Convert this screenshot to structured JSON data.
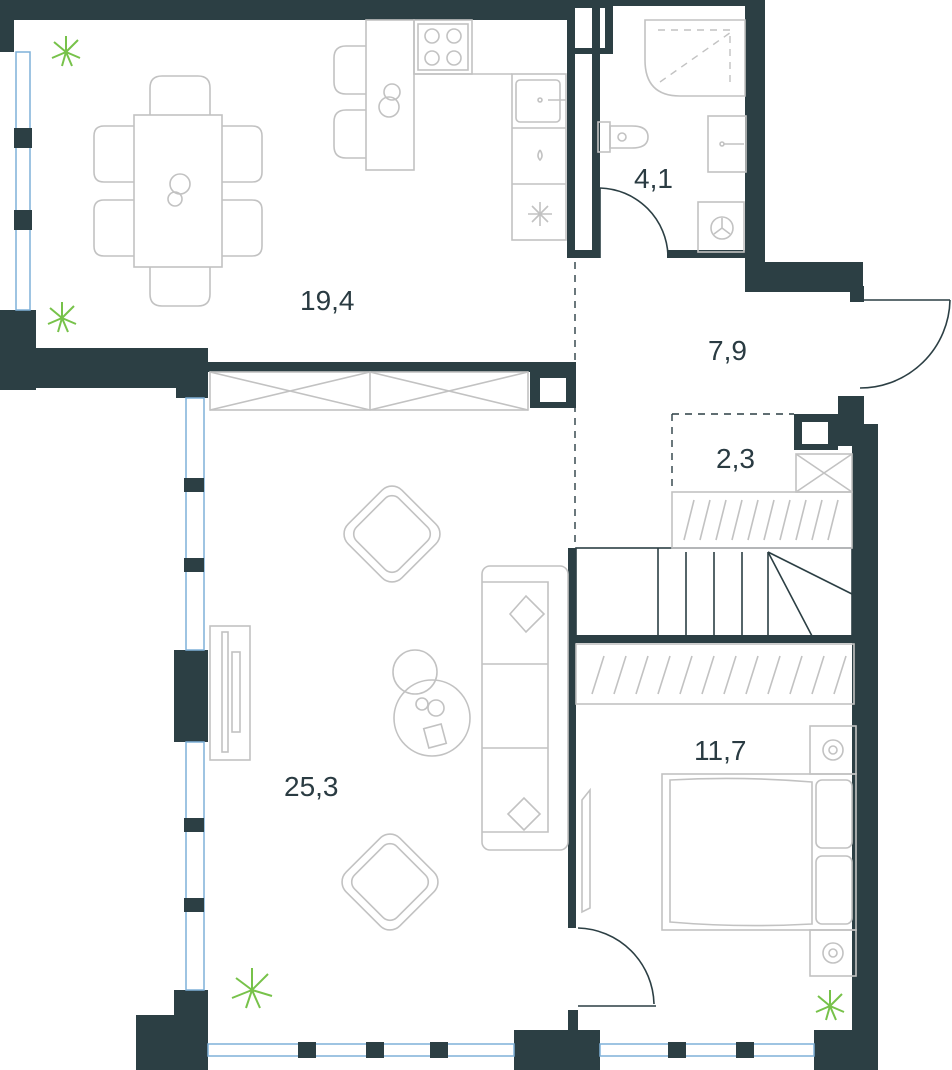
{
  "rooms": [
    {
      "name": "kitchen-dining",
      "area": "19,4"
    },
    {
      "name": "bathroom",
      "area": "4,1"
    },
    {
      "name": "hallway",
      "area": "7,9"
    },
    {
      "name": "storage",
      "area": "2,3"
    },
    {
      "name": "living-room",
      "area": "25,3"
    },
    {
      "name": "bedroom",
      "area": "11,7"
    }
  ],
  "colors": {
    "wall": "#2c3f44",
    "furniture_stroke": "#c2c2c2",
    "window": "#7fb0d8",
    "plant": "#77c24a",
    "label": "#2a3b42"
  },
  "icons": [
    "plant-icon",
    "stove-icon",
    "sink-icon",
    "toilet-icon",
    "shower-icon",
    "washer-icon",
    "lamp-icon"
  ]
}
